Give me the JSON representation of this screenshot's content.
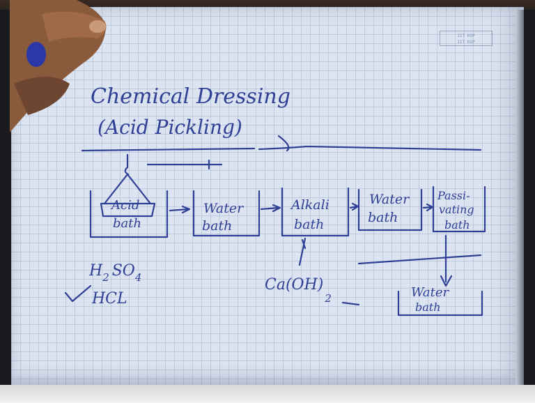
{
  "notes": {
    "title_line1": "Chemical Dressing",
    "title_line2": "(Acid Pickling)",
    "stamp_line1": "IIT KGP",
    "stamp_line2": "IIT KGP"
  },
  "process": {
    "stages": [
      {
        "line1": "Acid",
        "line2": "bath"
      },
      {
        "line1": "Water",
        "line2": "bath"
      },
      {
        "line1": "Alkali",
        "line2": "bath"
      },
      {
        "line1": "Water",
        "line2": "bath"
      },
      {
        "line1": "Passi-",
        "line2": "vating",
        "line3": "bath"
      }
    ],
    "final_stage": {
      "line1": "Water",
      "line2": "bath"
    }
  },
  "chemicals": {
    "acid_options": [
      {
        "text": "H",
        "sub": "2",
        "text2": "SO",
        "sub2": "4"
      },
      {
        "text": "HCL",
        "checked": true
      }
    ],
    "alkali": {
      "text": "Ca(OH)",
      "sub": "2"
    }
  },
  "colors": {
    "ink": "#2f3f95",
    "paper": "#dbe4f0"
  }
}
